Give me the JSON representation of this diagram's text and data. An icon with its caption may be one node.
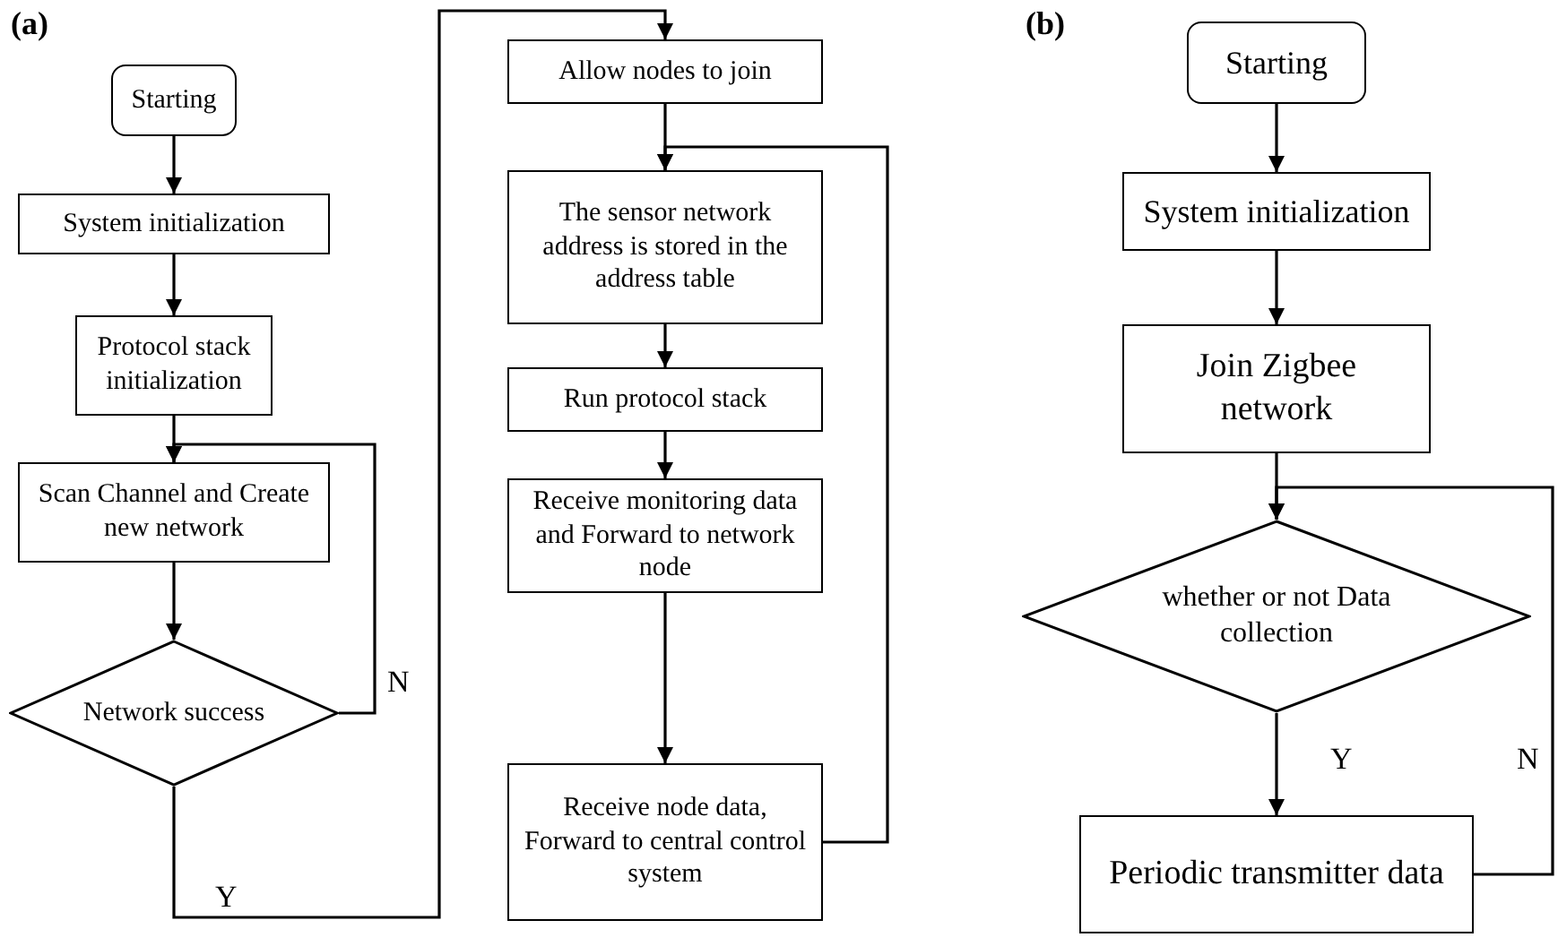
{
  "diagram": {
    "nodes": [
      {
        "text": [
          "Starting"
        ]
      },
      {
        "text": [
          "System initialization"
        ]
      },
      {
        "text": [
          "Protocol stack initialization"
        ]
      },
      {
        "text": [
          "Scan Channel and Create new network"
        ]
      },
      {
        "text": [
          "Network success"
        ]
      },
      {
        "text": [
          "Allow nodes to join"
        ]
      },
      {
        "text": [
          "The sensor network address is stored in the address table"
        ]
      },
      {
        "text": [
          "Run protocol stack"
        ]
      },
      {
        "text": [
          "Receive monitoring data and Forward to network node"
        ]
      },
      {
        "text": [
          "Receive node data, Forward to central control system"
        ]
      },
      {
        "text": [
          "Starting"
        ]
      },
      {
        "text": [
          "System initialization"
        ]
      },
      {
        "text": [
          "Join Zigbee network"
        ]
      },
      {
        "text": [
          "whether or not Data collection"
        ]
      },
      {
        "text": [
          "Periodic transmitter data"
        ]
      }
    ],
    "edges": [
      {
        "from": 0,
        "to": 1,
        "arrow": "to"
      },
      {
        "from": 1,
        "to": 2,
        "arrow": "to"
      },
      {
        "from": 2,
        "to": 3,
        "arrow": "to"
      },
      {
        "from": 3,
        "to": 4,
        "arrow": "to"
      },
      {
        "from": 4,
        "to": 3,
        "arrow": "to",
        "label": "N"
      },
      {
        "from": 4,
        "to": 5,
        "arrow": "to",
        "label": "Y"
      },
      {
        "from": 5,
        "to": 6,
        "arrow": "to"
      },
      {
        "from": 6,
        "to": 7,
        "arrow": "to"
      },
      {
        "from": 7,
        "to": 8,
        "arrow": "to"
      },
      {
        "from": 8,
        "to": 9,
        "arrow": "to"
      },
      {
        "from": 9,
        "to": 6,
        "arrow": "to"
      },
      {
        "from": 10,
        "to": 11,
        "arrow": "to"
      },
      {
        "from": 11,
        "to": 12,
        "arrow": "to"
      },
      {
        "from": 12,
        "to": 13,
        "arrow": "to"
      },
      {
        "from": 13,
        "to": 14,
        "arrow": "to",
        "label": "Y"
      },
      {
        "from": 14,
        "to": 13,
        "arrow": "to",
        "label": "N"
      }
    ],
    "labels": [
      "(a)",
      "(b)"
    ]
  }
}
